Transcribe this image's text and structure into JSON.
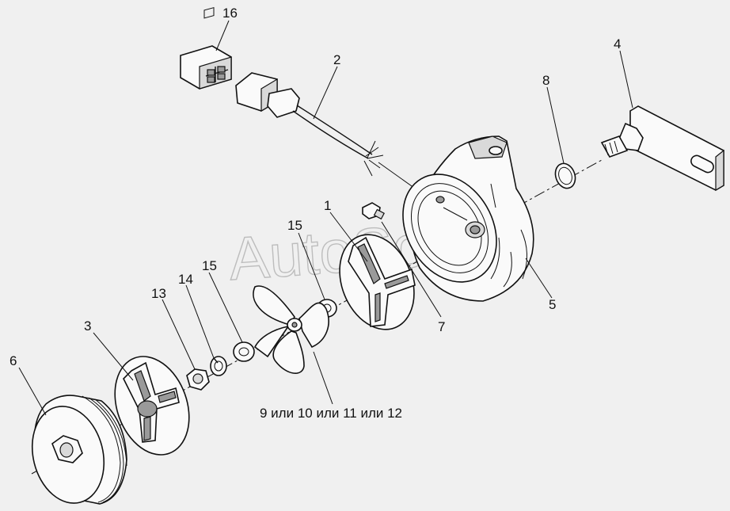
{
  "watermark": "AutoSoft",
  "callouts": {
    "p1": "1",
    "p2": "2",
    "p3": "3",
    "p4": "4",
    "p5": "5",
    "p6": "6",
    "p7": "7",
    "p8": "8",
    "p13": "13",
    "p14": "14",
    "p15a": "15",
    "p15b": "15",
    "p16": "16",
    "variants": "9 или 10 или 11 или 12"
  }
}
